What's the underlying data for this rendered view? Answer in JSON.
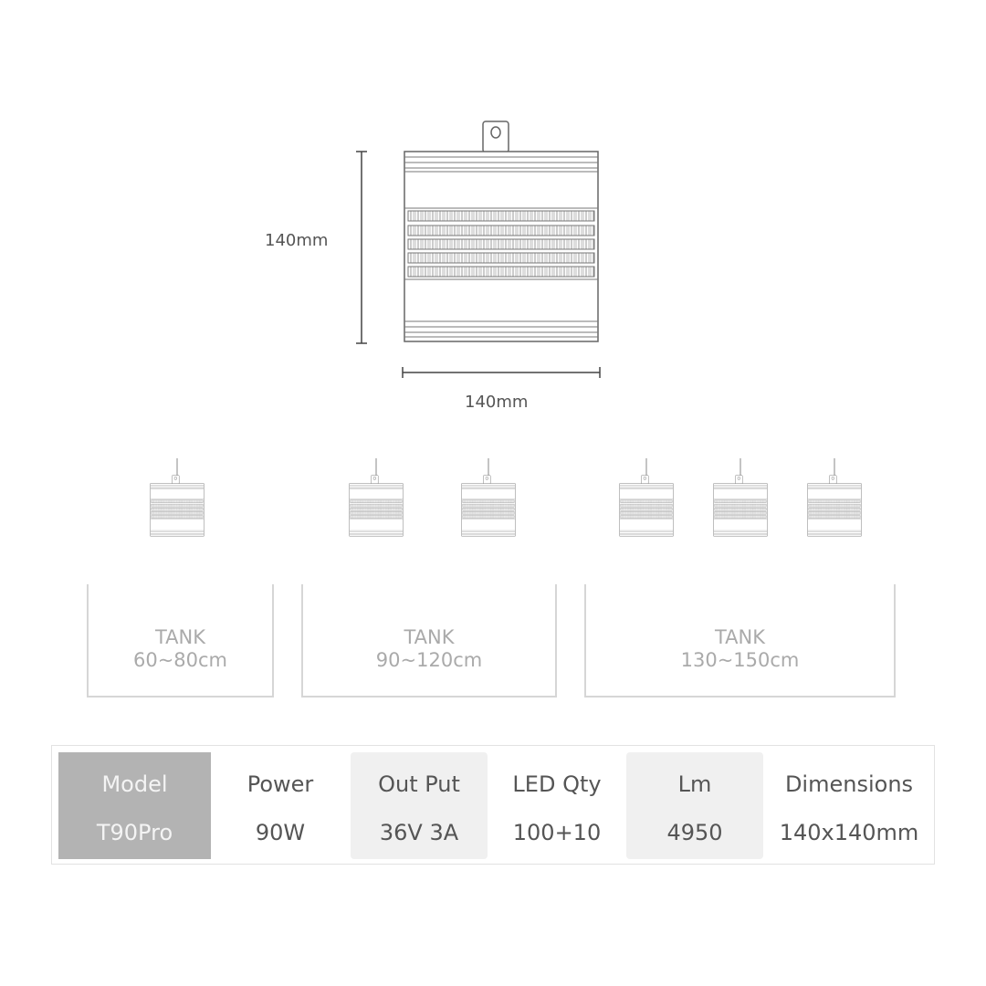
{
  "dimensions": {
    "height_label": "140mm",
    "width_label": "140mm"
  },
  "tanks": [
    {
      "label": "TANK",
      "size": "60~80cm",
      "lamp_count": 1
    },
    {
      "label": "TANK",
      "size": "90~120cm",
      "lamp_count": 2
    },
    {
      "label": "TANK",
      "size": "130~150cm",
      "lamp_count": 3
    }
  ],
  "specs": [
    {
      "header": "Model",
      "value": "T90Pro"
    },
    {
      "header": "Power",
      "value": "90W"
    },
    {
      "header": "Out Put",
      "value": "36V 3A"
    },
    {
      "header": "LED Qty",
      "value": "100+10"
    },
    {
      "header": "Lm",
      "value": "4950"
    },
    {
      "header": "Dimensions",
      "value": "140x140mm"
    }
  ],
  "colors": {
    "model_cell": "#b3b3b3",
    "shaded_cell": "#f0f0f0",
    "line": "#555555"
  }
}
